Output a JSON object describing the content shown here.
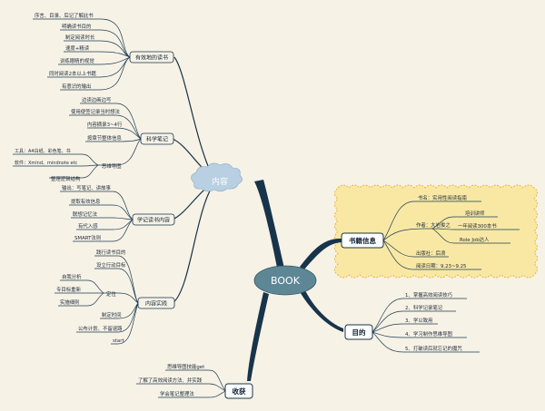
{
  "root": {
    "label": "BOOK"
  },
  "content": {
    "label": "内容",
    "branches": [
      {
        "label": "有效地的读书",
        "items": [
          "序言、目录、后记了解此书",
          "明确读书目的",
          "制定阅读时长",
          "速度+精读",
          "训练眼睛的视觉",
          "同时阅读2本以上书籍",
          "有意识的输出"
        ]
      },
      {
        "label": "科学笔记",
        "items": [
          "边读边画边写",
          "使用便签记录当时想法",
          "内容摘录3~4行",
          "按章节整体信息"
        ],
        "mindmap": {
          "label": "思维导图",
          "items": [
            "工具：A4白纸、彩色笔、书",
            "软件：Xmind、mindnote etc",
            "整理逻辑结构"
          ]
        }
      },
      {
        "label": "学记读书内容",
        "items": [
          "输出：写笔记、讲故事",
          "提取有效信息",
          "联想记忆法",
          "有代入感",
          "SMART法则"
        ]
      },
      {
        "label": "内容实践",
        "items": [
          "践行读书目的",
          "设立行动目标"
        ],
        "position": {
          "label": "定位",
          "items": [
            "自我分析",
            "专目标重新",
            "实施细则"
          ]
        },
        "tail": [
          "制定时间",
          "公布计划、不留退路",
          "start"
        ]
      }
    ]
  },
  "info": {
    "label": "书籍信息",
    "title": "书名：实用性阅读指南",
    "author": "作者：大岩俊之",
    "author_items": [
      "培训讲师",
      "一年阅读300本书",
      "Role Job达人"
    ],
    "publisher": "出版社：后浪",
    "dates": "阅读日期：9.23~9.25"
  },
  "goal": {
    "label": "目的",
    "items": [
      "1、掌握高效阅读技巧",
      "2、科学记录笔记",
      "3、学以致用",
      "4、学习制作思维导图",
      "5、打破读后就忘记的魔咒"
    ]
  },
  "harvest": {
    "label": "收获",
    "items": [
      "思维导图技能get",
      "了解了高效阅读方法、并实践",
      "学会笔记整理法"
    ]
  },
  "colors": {
    "branch": "#17344a",
    "root_fill": "#5e8796",
    "cloud_fill": "#b9cfe2",
    "info_bg": "#f9e8a4",
    "info_border": "#e4b030",
    "background": "#f7f2e6"
  }
}
